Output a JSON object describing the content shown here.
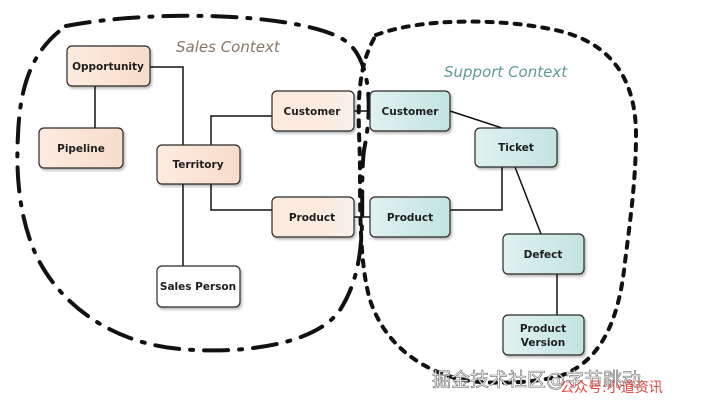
{
  "contexts": {
    "sales": {
      "title": "Sales Context",
      "color": "#8a7766"
    },
    "support": {
      "title": "Support Context",
      "color": "#5f9a98"
    }
  },
  "colors": {
    "sales_fill": "#fce7d8",
    "support_fill": "#d4ecea",
    "neutral_fill": "#ffffff"
  },
  "nodes": {
    "opportunity": "Opportunity",
    "pipeline": "Pipeline",
    "territory": "Territory",
    "sales_person": "Sales Person",
    "sales_customer": "Customer",
    "sales_product": "Product",
    "support_customer": "Customer",
    "support_product": "Product",
    "ticket": "Ticket",
    "defect": "Defect",
    "product_version_line1": "Product",
    "product_version_line2": "Version"
  },
  "watermark": {
    "line1": "掘金技术社区@字节跳动",
    "line2": "公众号:小道资讯"
  }
}
